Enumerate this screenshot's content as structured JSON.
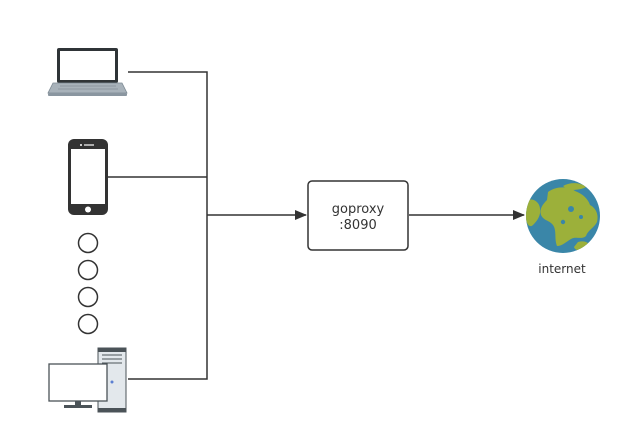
{
  "diagram": {
    "proxy": {
      "name": "goproxy",
      "port": ":8090"
    },
    "destination": {
      "label": "internet",
      "icon": "globe-icon"
    },
    "clients": [
      {
        "icon": "laptop-icon"
      },
      {
        "icon": "phone-icon"
      },
      {
        "icon": "desktop-computer-icon"
      }
    ],
    "ellipsis_count": 4,
    "colors": {
      "line": "#333333",
      "box_border": "#333333",
      "ocean": "#3a86a8",
      "land": "#9cb03a",
      "device_dark": "#333333",
      "laptop_gray": "#8a96a0",
      "desktop_blue": "#5b7fd1"
    }
  }
}
